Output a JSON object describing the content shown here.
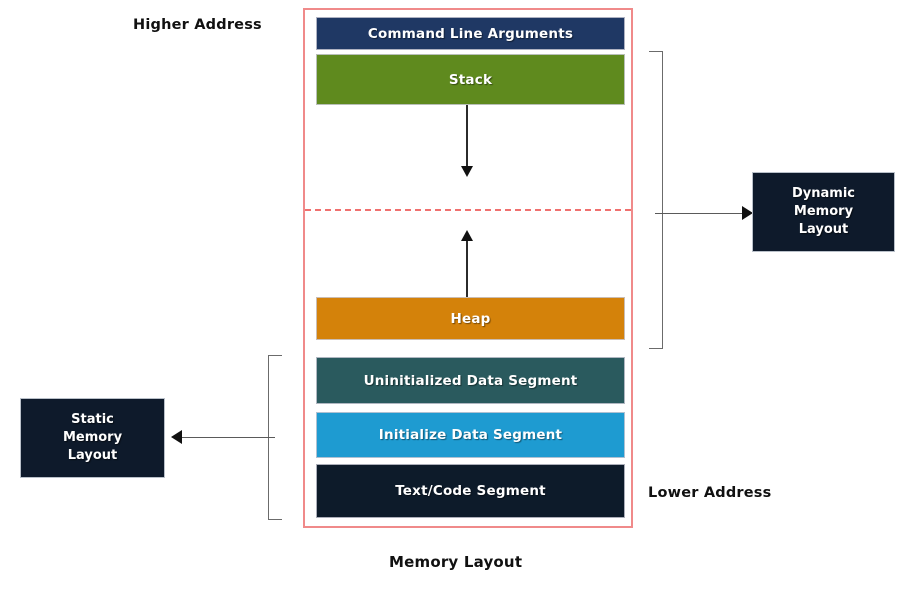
{
  "diagram": {
    "caption": "Memory Layout",
    "address_labels": {
      "higher": "Higher Address",
      "lower": "Lower Address"
    },
    "segments": [
      {
        "name": "command-line-arguments",
        "label": "Command Line Arguments",
        "color": "#1f3864"
      },
      {
        "name": "stack",
        "label": "Stack",
        "color": "#5f8a1e"
      },
      {
        "name": "heap",
        "label": "Heap",
        "color": "#d4820a"
      },
      {
        "name": "uninitialized-data",
        "label": "Uninitialized Data Segment",
        "color": "#2a5a5e"
      },
      {
        "name": "initialized-data",
        "label": "Initialize Data Segment",
        "color": "#1e9bd1"
      },
      {
        "name": "text-code",
        "label": "Text/Code Segment",
        "color": "#0d1b2a"
      }
    ],
    "callouts": [
      {
        "name": "dynamic-memory-layout",
        "lines": [
          "Dynamic",
          "Memory",
          "Layout"
        ]
      },
      {
        "name": "static-memory-layout",
        "lines": [
          "Static",
          "Memory",
          "Layout"
        ]
      }
    ],
    "annotations": {
      "stack_growth_direction": "downward",
      "heap_growth_direction": "upward",
      "divider_style": "red-dashed",
      "container_border_color": "#f08a8a"
    }
  }
}
